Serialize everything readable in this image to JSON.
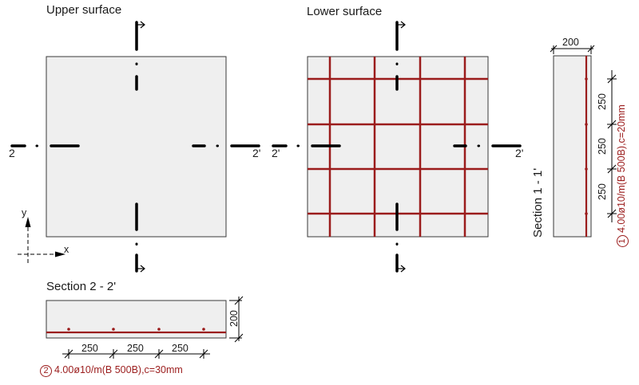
{
  "titles": {
    "upper": "Upper surface",
    "lower": "Lower surface",
    "section22": "Section 2 - 2'",
    "section11": "Section 1 - 1'"
  },
  "section_marks": {
    "two": "2",
    "two_prime": "2'"
  },
  "axes": {
    "x": "x",
    "y": "y"
  },
  "dimensions": {
    "thickness": "200",
    "spacing_1": "250",
    "spacing_2": "250",
    "spacing_3": "250"
  },
  "rebar": {
    "r1_num": "1",
    "r1_text": "4.00ø10/m(B 500B),c=20mm",
    "r2_num": "2",
    "r2_text": "4.00ø10/m(B 500B),c=30mm"
  },
  "colors": {
    "slab_fill": "#efefef",
    "outline": "#3a3a3a",
    "rebar": "#9b1c1c",
    "cut_line": "#000000"
  }
}
